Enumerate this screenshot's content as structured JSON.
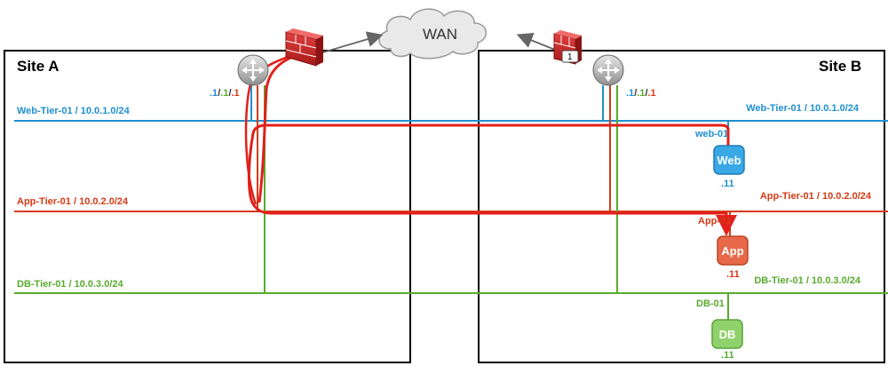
{
  "wan": {
    "label": "WAN"
  },
  "site_a": {
    "title": "Site A",
    "router_ips": {
      "web": ".1",
      "app": ".1",
      "db": ".1",
      "sep": "/"
    },
    "segments": {
      "web": "Web-Tier-01 / 10.0.1.0/24",
      "app": "App-Tier-01 / 10.0.2.0/24",
      "db": "DB-Tier-01  / 10.0.3.0/24"
    }
  },
  "site_b": {
    "title": "Site B",
    "firewall_badge": "1",
    "router_ips": {
      "web": ".1",
      "app": ".1",
      "db": ".1",
      "sep": "/"
    },
    "segments": {
      "web": "Web-Tier-01 / 10.0.1.0/24",
      "app": "App-Tier-01 / 10.0.2.0/24",
      "db": "DB-Tier-01  / 10.0.3.0/24"
    },
    "vms": [
      {
        "name": "web-01",
        "label": "Web",
        "ip": ".11"
      },
      {
        "name": "App-01",
        "label": "App",
        "ip": ".11"
      },
      {
        "name": "DB-01",
        "label": "DB",
        "ip": ".11"
      }
    ]
  },
  "colors": {
    "web": "#1f8fd0",
    "app": "#d63a16",
    "db": "#5aaa2f",
    "path": "#e0201a",
    "vm_web": "#39a9e6",
    "vm_app": "#e8694a",
    "vm_db": "#8fd16a"
  }
}
